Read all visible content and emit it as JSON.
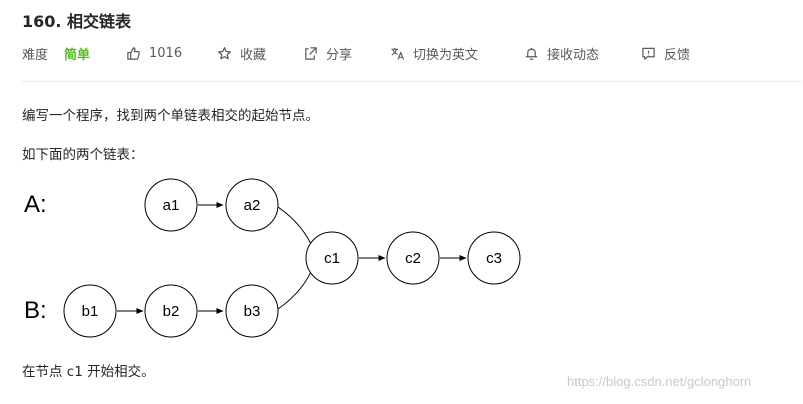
{
  "problem": {
    "title": "160. 相交链表"
  },
  "meta": {
    "difficulty_label": "难度",
    "difficulty_value": "简单",
    "difficulty_color": "#5ab726",
    "likes": "1016",
    "favorite_label": "收藏",
    "share_label": "分享",
    "translate_label": "切换为英文",
    "subscribe_label": "接收动态",
    "feedback_label": "反馈"
  },
  "content": {
    "intro": "编写一个程序，找到两个单链表相交的起始节点。",
    "example_intro": "如下面的两个链表：",
    "conclusion": "在节点 c1 开始相交。"
  },
  "diagram": {
    "list_a_label": "A:",
    "list_b_label": "B:",
    "nodes": {
      "a1": "a1",
      "a2": "a2",
      "b1": "b1",
      "b2": "b2",
      "b3": "b3",
      "c1": "c1",
      "c2": "c2",
      "c3": "c3"
    },
    "edges": [
      [
        "a1",
        "a2"
      ],
      [
        "a2",
        "c1"
      ],
      [
        "b1",
        "b2"
      ],
      [
        "b2",
        "b3"
      ],
      [
        "b3",
        "c1"
      ],
      [
        "c1",
        "c2"
      ],
      [
        "c2",
        "c3"
      ]
    ]
  },
  "watermark": "https://blog.csdn.net/gclonghorn"
}
